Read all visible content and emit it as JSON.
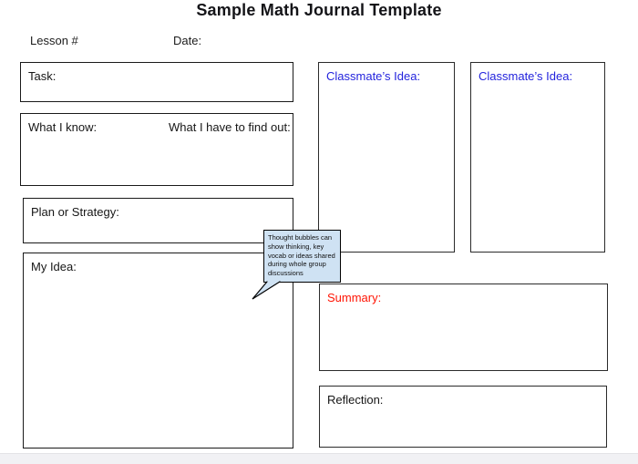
{
  "page": {
    "title": "Sample Math Journal Template",
    "lesson_label": "Lesson #",
    "date_label": "Date:"
  },
  "boxes": {
    "task": {
      "label": "Task:"
    },
    "know": {
      "label": "What I know:",
      "label_right": "What I have to find out:"
    },
    "plan": {
      "label": "Plan or Strategy:"
    },
    "my_idea": {
      "label": "My Idea:"
    },
    "classmate1": {
      "label": "Classmate’s Idea:"
    },
    "classmate2": {
      "label": "Classmate’s Idea:"
    },
    "summary": {
      "label": "Summary:"
    },
    "reflection": {
      "label": "Reflection:"
    }
  },
  "callout": {
    "text": "Thought bubbles can show thinking, key vocab or ideas shared during whole group discussions"
  },
  "colors": {
    "classmate_label_blue": "#2323dd",
    "summary_label_red": "#ff1505",
    "callout_fill": "#cfe2f3",
    "box_border": "#1a1a1a"
  }
}
